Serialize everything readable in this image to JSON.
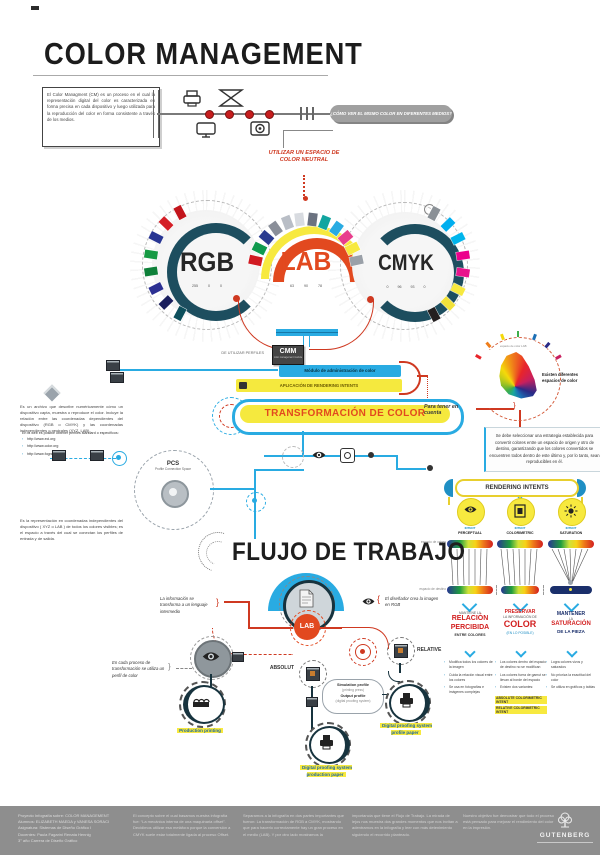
{
  "poster": {
    "title": "COLOR MANAGEMENT",
    "intro": "El Color Managment (CM) es un proceso en el cual la representación digital del color es caracterizada en forma precisa en cada dispositivo y luego utilizada para la reproducción del color en forma consistente a través de los medios.",
    "question_banner": "¿CÓMO VER EL MISMO COLOR EN DIFERENTES MEDIOS?",
    "neutral_space_label": "UTILIZAR UN ESPACIO DE COLOR NEUTRAL"
  },
  "color_spaces": {
    "rgb": {
      "name": "RGB",
      "values": "255  0  0"
    },
    "lab": {
      "name": "LAB",
      "values": "63  90  78"
    },
    "cmyk": {
      "name": "CMYK",
      "values": "0  96  93  0"
    }
  },
  "cmm": {
    "profiles_label": "DE UTILIZAR PERFILES",
    "box_label": "CMM",
    "box_sublabel": "color management module",
    "blue_bar": "Módulo de administración de color",
    "yellow_bar": "APLICACIÓN DE RENDERING INTENTS",
    "banner": "TRANSFORMACIÓN DE COLOR"
  },
  "left_column": {
    "profile_paragraph": "Es un archivo que describe numéricamente cómo un dispositivo capta, muestra o reproduce el color. Incluye la relación entre las coordenadas dependientes del dispositivo (RGB o CMYK) y las coordenadas independientes o neutrales (XYZ, LAB).",
    "links_intro": "En la web es posible obtener perfiles standard o específicos:",
    "links": [
      "http://www.eci.org",
      "http://www.color.org",
      "http://www.fogra.org"
    ],
    "pcs_title": "PCS",
    "pcs_subtitle": "Profile Connection Space",
    "pcs_paragraph": "Es la representación en coordenadas independientes del dispositivo ( XYZ o LAB ) de todos los colores visibles; es el espacio a través del cual se conectan los perfiles de entrada y de salida."
  },
  "right_column": {
    "note_label": "Para tener en cuenta",
    "gamut_tag": "espacio de color LAB",
    "gamut_label": "Existen diferentes espacios de color",
    "strategy_text": "Se debe seleccionar una estrategia establecida para convertir colores entre un espacio de origen y otro de destino, garantizando que los colores convertidos se encuentren todos dentro de este último y, por lo tanto, sean reproducibles en él."
  },
  "rendering": {
    "title": "RENDERING INTENTS",
    "origin_label": "espacio de origen",
    "destination_label": "espacio de destino",
    "columns": [
      {
        "intent_word": "INTENT",
        "name": "PERCEPTUAL",
        "h1": "MANTIENE LA",
        "h2": "RELACIÓN",
        "h3": "PERCIBIDA",
        "h4": "ENTRE COLORES",
        "bullets": [
          "Modifica todos los colores de la imagen",
          "Cuida la relación visual entre los colores",
          "Se usa en fotografías e imágenes complejas"
        ],
        "highlights": []
      },
      {
        "intent_word": "INTENT",
        "name": "COLORIMETRIC",
        "h1": "PRESERVAR",
        "h2": "LA INFORMACIÓN DE",
        "h3": "COLOR",
        "h4": "(EN LO POSIBLE)",
        "bullets": [
          "Los colores dentro del espacio de destino no se modifican",
          "Los colores fuera de gamut se llevan al borde del espacio",
          "Existen dos variantes:"
        ],
        "highlights": [
          "ABSOLUTE COLORIMETRIC INTENT",
          "RELATIVE COLORIMETRIC INTENT"
        ]
      },
      {
        "intent_word": "INTENT",
        "name": "SATURATION",
        "h1": "MANTENER",
        "h2": "LA",
        "h3": "SATURACIÓN",
        "h4": "DE LA PIEZA",
        "bullets": [
          "Logra colores vivos y saturados",
          "No prioriza la exactitud del color",
          "Se utiliza en gráficos y tablas"
        ],
        "highlights": []
      }
    ]
  },
  "workflow": {
    "title": "FLUJO DE TRABAJO",
    "left_note": "La información se transforma a un lenguaje intermedio",
    "right_note": "El diseñador crea la imagen en RGB",
    "profile_note": "En cada proceso de transformación se utiliza un perfil de color",
    "lab_badge": "LAB",
    "absolute_label": "ABSOLUT",
    "relative_label": "RELATIVE",
    "simulation_profile": "Simulation profile",
    "simulation_profile_sub": "(printing press)",
    "output_profile": "Output profile",
    "output_profile_sub": "(digital proofing system)",
    "stations": [
      {
        "label": "Production printing"
      },
      {
        "label": "Digital proofing system production paper"
      },
      {
        "label": "Digital proofing system profile paper"
      }
    ]
  },
  "footer": {
    "columns": [
      "Proyecto Infografía sobre: COLOR MANAGEMENT\nAlumnos: ELIZABETH MAEDA y VANESA SORACI\nAsignatura: Sistemas de Diseño Gráfico I\nDocentes: Paula Fagarini Renata Hennig\n3° año Carrera de Diseño Gráfico",
      "El concepto sobre el cual basamos nuestra infografía fue: “La mecánica interna de una maquinaria offset”. Decidimos utilizar esa metáfora porque la conversión a CMYK suele estar totalmente ligada al proceso Offset.",
      "Separamos a la infografía en dos partes importantes que fueron: La transformación de RGB a CMYK, mostrando que para hacerlo correctamente hay un gran proceso en el medio (LAB). Y por otro lado mostramos la",
      "importancia que tiene el Flujo de Trabajo. La mirada de lejos nos muestra dos grandes momentos que nos invitan a adentrarnos en la infografía y leer con más detenimiento siguiendo el recorrido planteado.",
      "Nuestro objetivo fue demostrar que todo el proceso está pensado para mejorar el rendimiento del color en la impresión."
    ],
    "logo_text": "GUTENBERG"
  },
  "colors": {
    "accent_red": "#cf3921",
    "accent_cyan": "#29abe2",
    "accent_yellow": "#f7e93f",
    "arc_dark": "#1d4e5f",
    "lab_orange": "#e2491f",
    "footer_gray": "#8e8e8e",
    "rgb_swatches": [
      "#c3151c",
      "#d41f27",
      "#283593",
      "#169a43",
      "#0e8039",
      "#2b2f92",
      "#1a1f5e",
      "#0d4f5c"
    ],
    "lab_swatches": [
      "#d11a21",
      "#0f9a4e",
      "#2a3b8f",
      "#8a8f99",
      "#b9bec6",
      "#d8dbe0",
      "#6b7280",
      "#12a5a0",
      "#29abe2",
      "#e83e8c",
      "#f7e93f",
      "#9aa0a8"
    ],
    "cmyk_swatches": [
      "#8a9096",
      "#00aeef",
      "#00b5ec",
      "#ec008c",
      "#e8148c",
      "#f7e93f",
      "#f2e23a",
      "#231f20"
    ],
    "gamut_dashes": [
      "#e8252a",
      "#ef7d1a",
      "#f5d90a",
      "#3fae49",
      "#1b6fb5",
      "#2a2a86",
      "#c81f5e"
    ]
  }
}
